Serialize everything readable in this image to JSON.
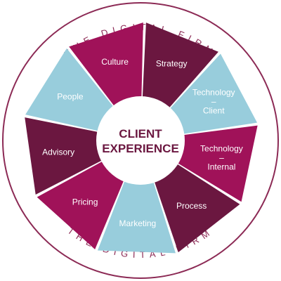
{
  "colors": {
    "magenta": "#a01259",
    "plum": "#6b1740",
    "light_blue": "#98cddc",
    "ring": "#8c2a55",
    "center_text": "#6b1740"
  },
  "ring_text_top": "THE DIGITAL FIRM",
  "ring_text_bottom": "THE DIGITAL FIRM",
  "center": {
    "line1": "CLIENT",
    "line2": "EXPERIENCE"
  },
  "segments": [
    {
      "lines": [
        "Strategy"
      ],
      "color": "plum"
    },
    {
      "lines": [
        "Technology",
        "–",
        "Client"
      ],
      "color": "light_blue"
    },
    {
      "lines": [
        "Technology",
        "–",
        "Internal"
      ],
      "color": "magenta"
    },
    {
      "lines": [
        "Process"
      ],
      "color": "plum"
    },
    {
      "lines": [
        "Marketing"
      ],
      "color": "light_blue"
    },
    {
      "lines": [
        "Pricing"
      ],
      "color": "magenta"
    },
    {
      "lines": [
        "Advisory"
      ],
      "color": "plum"
    },
    {
      "lines": [
        "People"
      ],
      "color": "light_blue"
    },
    {
      "lines": [
        "Culture"
      ],
      "color": "magenta"
    }
  ]
}
